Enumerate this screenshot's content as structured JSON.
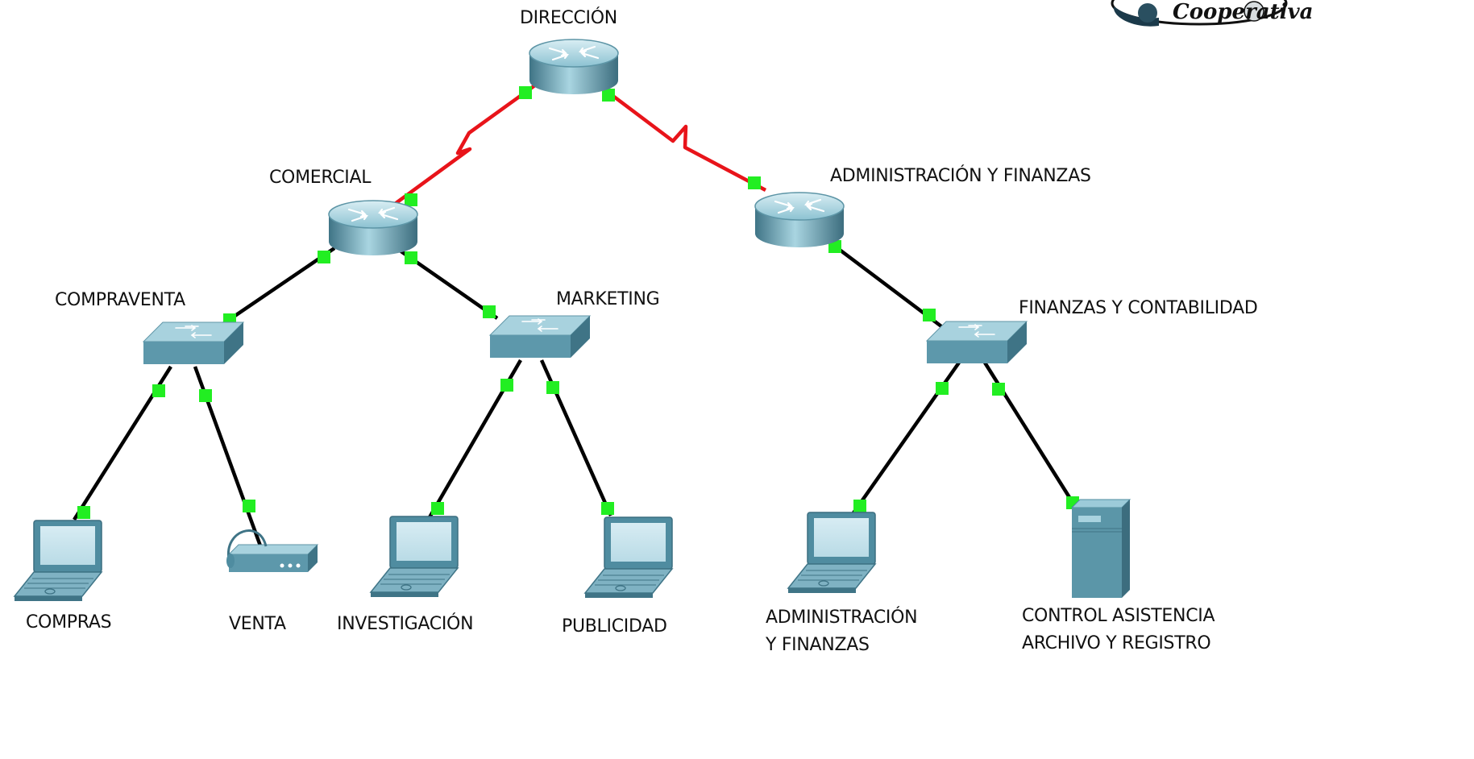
{
  "logo": {
    "text": "Cooperativa"
  },
  "nodes": {
    "direccion": {
      "label": "DIRECCIÓN",
      "device": "router-icon"
    },
    "comercial": {
      "label": "COMERCIAL",
      "device": "router-icon"
    },
    "administracion_router": {
      "label": "ADMINISTRACIÓN Y FINANZAS",
      "device": "router-icon"
    },
    "compraventa": {
      "label": "COMPRAVENTA",
      "device": "switch-icon"
    },
    "marketing": {
      "label": "MARKETING",
      "device": "switch-icon"
    },
    "finanzas_contabilidad": {
      "label": "FINANZAS Y CONTABILIDAD",
      "device": "switch-icon"
    },
    "compras": {
      "label": "COMPRAS",
      "device": "laptop-icon"
    },
    "venta": {
      "label": "VENTA",
      "device": "voip-device-icon"
    },
    "investigacion": {
      "label": "INVESTIGACIÓN",
      "device": "laptop-icon"
    },
    "publicidad": {
      "label": "PUBLICIDAD",
      "device": "laptop-icon"
    },
    "administracion_pc": {
      "label": "ADMINISTRACIÓN\nY FINANZAS",
      "device": "laptop-icon"
    },
    "control": {
      "label": "CONTROL ASISTENCIA\nARCHIVO Y REGISTRO",
      "device": "server-icon"
    }
  },
  "links": [
    {
      "from": "direccion",
      "to": "comercial",
      "type": "serial"
    },
    {
      "from": "direccion",
      "to": "administracion_router",
      "type": "serial"
    },
    {
      "from": "comercial",
      "to": "compraventa",
      "type": "ethernet"
    },
    {
      "from": "comercial",
      "to": "marketing",
      "type": "ethernet"
    },
    {
      "from": "administracion_router",
      "to": "finanzas_contabilidad",
      "type": "ethernet"
    },
    {
      "from": "compraventa",
      "to": "compras",
      "type": "ethernet"
    },
    {
      "from": "compraventa",
      "to": "venta",
      "type": "ethernet"
    },
    {
      "from": "marketing",
      "to": "investigacion",
      "type": "ethernet"
    },
    {
      "from": "marketing",
      "to": "publicidad",
      "type": "ethernet"
    },
    {
      "from": "finanzas_contabilidad",
      "to": "administracion_pc",
      "type": "ethernet"
    },
    {
      "from": "finanzas_contabilidad",
      "to": "control",
      "type": "ethernet"
    }
  ],
  "colors": {
    "serial_link": "#e8141a",
    "ethernet_link": "#000000",
    "port_up": "#22ee22",
    "device_body": "#5b96a8",
    "device_top": "#a9d3df",
    "device_dark": "#3f6e80"
  }
}
